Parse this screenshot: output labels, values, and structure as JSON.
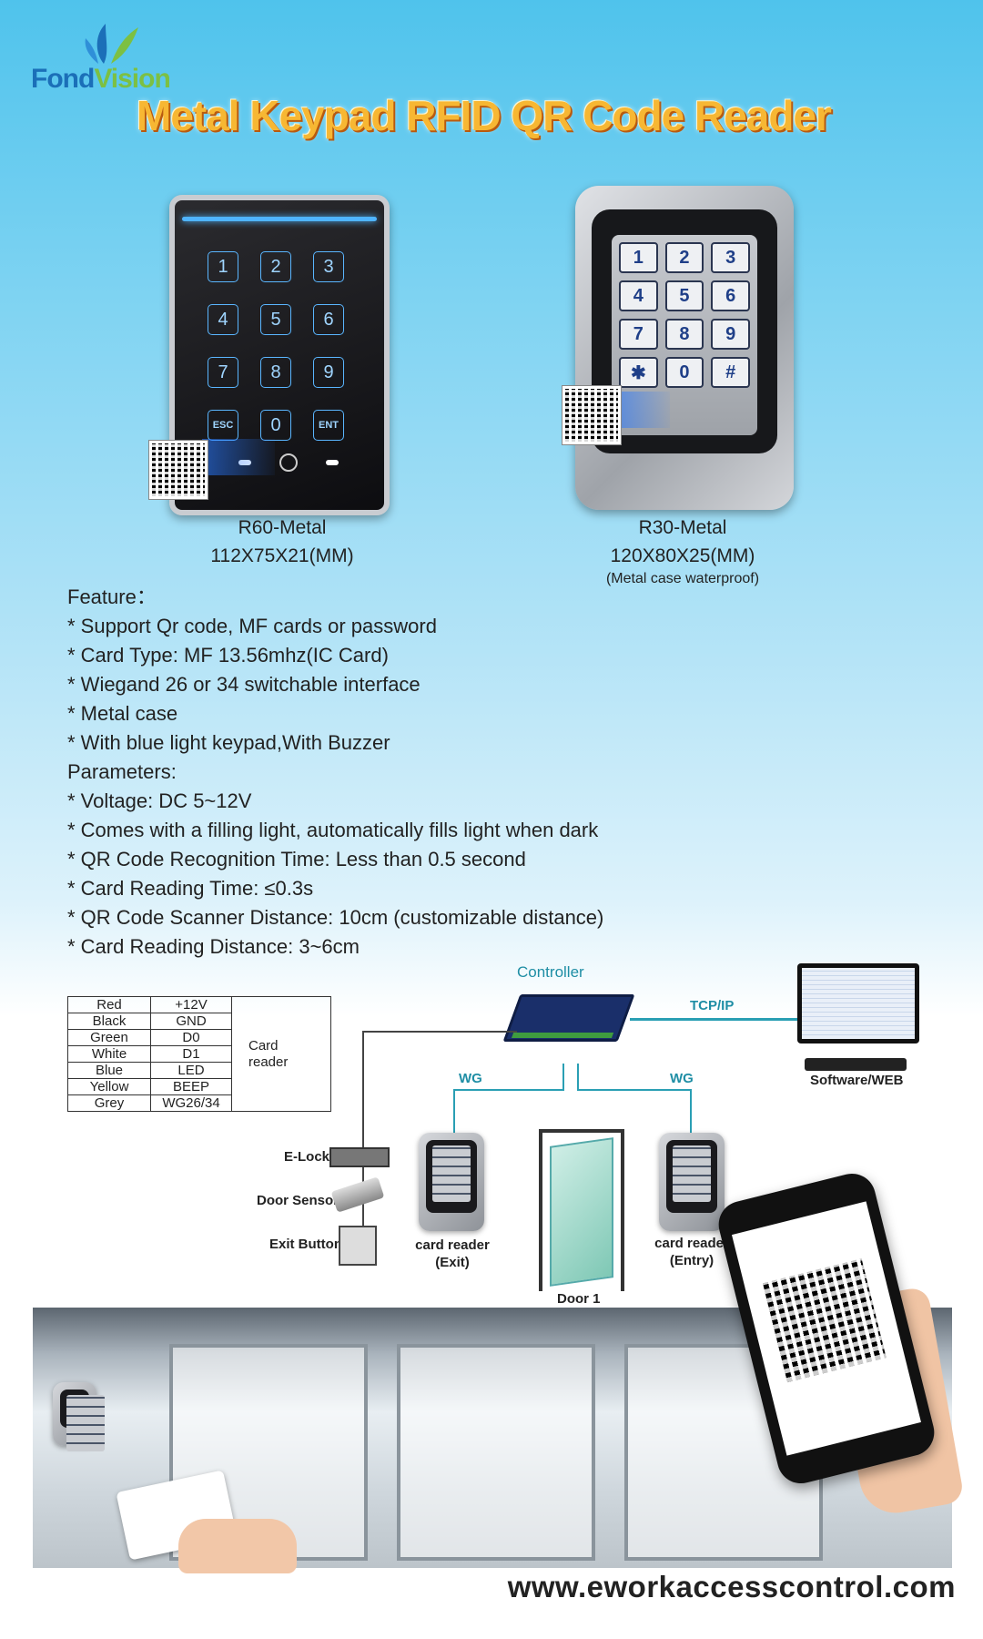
{
  "brand": {
    "name_part1": "Fond",
    "name_part2": "Vision"
  },
  "title": "Metal Keypad RFID QR Code Reader",
  "products": [
    {
      "model": "R60-Metal",
      "size": "112X75X21(MM)",
      "keys": [
        "1",
        "2",
        "3",
        "4",
        "5",
        "6",
        "7",
        "8",
        "9",
        "ESC",
        "0",
        "ENT"
      ]
    },
    {
      "model": "R30-Metal",
      "size": "120X80X25(MM)",
      "note": "(Metal case waterproof)",
      "keys": [
        "1",
        "2",
        "3",
        "4",
        "5",
        "6",
        "7",
        "8",
        "9",
        "✱",
        "0",
        "#"
      ]
    }
  ],
  "specs": [
    "Feature：",
    "* Support Qr code, MF cards or password",
    "* Card Type: MF 13.56mhz(IC Card)",
    "* Wiegand 26 or 34 switchable interface",
    "* Metal case",
    "* With blue light keypad,With Buzzer",
    "Parameters:",
    "* Voltage: DC 5~12V",
    "* Comes with a filling light, automatically fills light when dark",
    "* QR Code Recognition Time: Less than 0.5 second",
    "* Card Reading Time: ≤0.3s",
    "* QR Code Scanner Distance: 10cm (customizable distance)",
    "* Card Reading Distance: 3~6cm"
  ],
  "wiring": {
    "rows": [
      [
        "Red",
        "+12V"
      ],
      [
        "Black",
        "GND"
      ],
      [
        "Green",
        "D0"
      ],
      [
        "White",
        "D1"
      ],
      [
        "Blue",
        "LED"
      ],
      [
        "Yellow",
        "BEEP"
      ],
      [
        "Grey",
        "WG26/34"
      ]
    ],
    "group_label_1": "Card",
    "group_label_2": "reader"
  },
  "diagram": {
    "controller": "Controller",
    "tcpip": "TCP/IP",
    "software": "Software/WEB",
    "wg_left": "WG",
    "wg_right": "WG",
    "elock": "E-Lock",
    "door_sensor": "Door Sensor",
    "exit_button": "Exit Button",
    "reader_exit_1": "card reader",
    "reader_exit_2": "(Exit)",
    "reader_entry_1": "card reader",
    "reader_entry_2": "(Entry)",
    "door": "Door 1"
  },
  "website": "www.eworkaccesscontrol.com"
}
